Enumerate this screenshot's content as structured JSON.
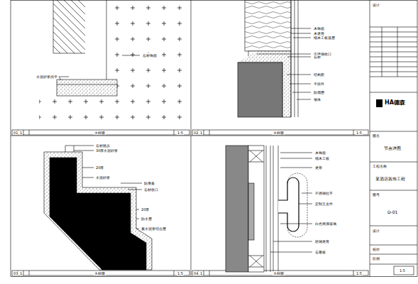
{
  "diagram": {
    "labels": [
      "石材饰面",
      "水泥砂浆找平",
      "01",
      "1",
      "大样图",
      "1:5",
      "木饰面",
      "木龙骨",
      "细木工板基层",
      "不锈钢收口",
      "石材",
      "结构胶",
      "干挂件",
      "防潮层",
      "墙体",
      "02",
      "1",
      "大样图",
      "1:5",
      "石材踏步",
      "30厚水泥砂浆",
      "20厚",
      "水泥砂浆",
      "防滑条",
      "石材收口",
      "20厚",
      "防水层",
      "素水泥浆结合层",
      "03",
      "1",
      "大样图",
      "1:5",
      "木饰面",
      "细木工板",
      "龙骨",
      "不锈钢拉手",
      "定制五金件",
      "白色烤漆玻璃",
      "轻钢龙骨",
      "石膏板",
      "04",
      "1",
      "大样图",
      "1:5",
      "HA德森",
      "设计",
      "图名",
      "节点详图",
      "工程名称",
      "某酒店装饰工程",
      "图号",
      "D-01",
      "设计",
      "校对",
      "比例",
      "1:5"
    ]
  }
}
